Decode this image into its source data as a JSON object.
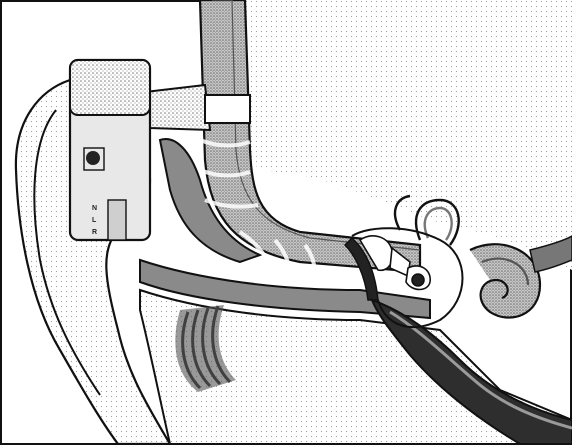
{
  "figure": {
    "device_labels": [
      "N",
      "L",
      "R"
    ],
    "colors": {
      "outline": "#111111",
      "stipple": "#9a9a9a",
      "dark_tissue": "#3a3a3a",
      "background": "#ffffff"
    }
  }
}
